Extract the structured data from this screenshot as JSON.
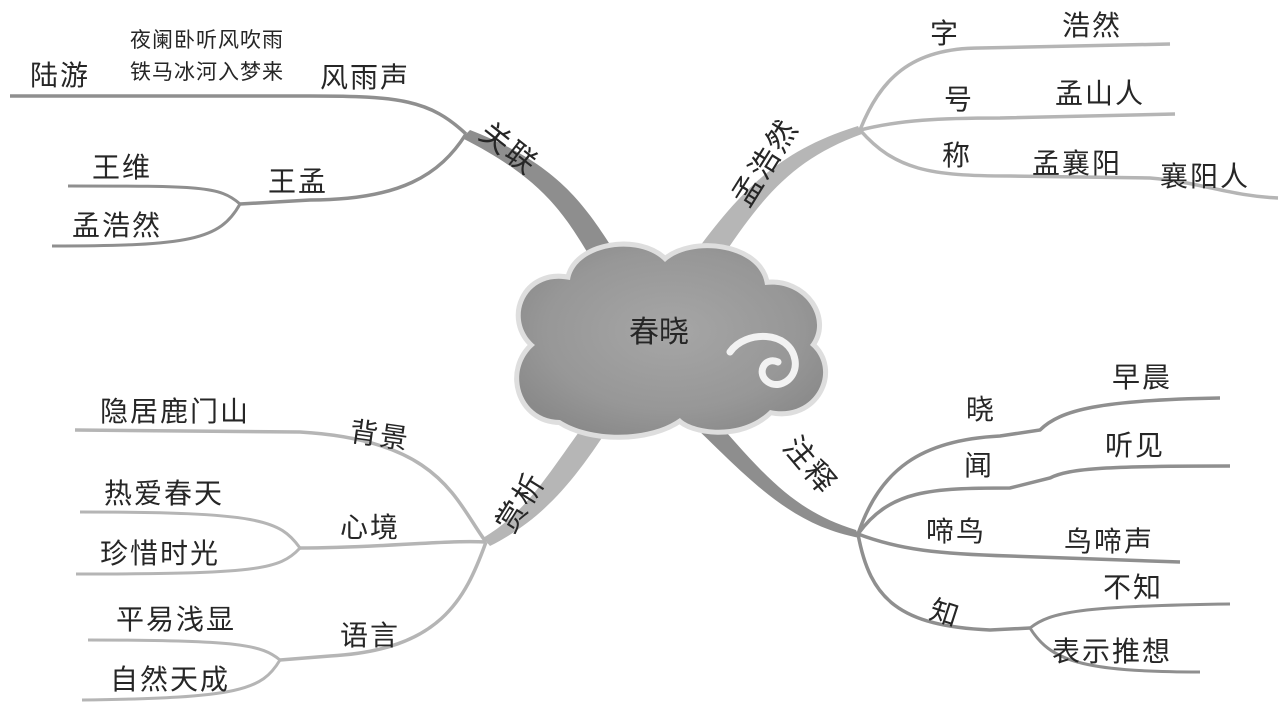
{
  "center": {
    "title": "春晓"
  },
  "branches": {
    "guanlian": {
      "label": "关联",
      "luyou": "陆游",
      "fengyusheng": "风雨声",
      "poem_line1": "夜阑卧听风吹雨",
      "poem_line2": "铁马冰河入梦来",
      "wangmeng": "王孟",
      "wangwei": "王维",
      "menghaoran": "孟浩然"
    },
    "menghaoran": {
      "label": "孟浩然",
      "zi": "字",
      "zi_value": "浩然",
      "hao": "号",
      "hao_value": "孟山人",
      "cheng": "称",
      "cheng_value1": "孟襄阳",
      "cheng_value2": "襄阳人"
    },
    "shangxi": {
      "label": "赏析",
      "beijing": "背景",
      "beijing_value": "隐居鹿门山",
      "xinjing": "心境",
      "xinjing_value1": "热爱春天",
      "xinjing_value2": "珍惜时光",
      "yuyan": "语言",
      "yuyan_value1": "平易浅显",
      "yuyan_value2": "自然天成"
    },
    "zhushi": {
      "label": "注释",
      "xiao": "晓",
      "xiao_value": "早晨",
      "wen": "闻",
      "wen_value": "听见",
      "tiniao": "啼鸟",
      "tiniao_value": "鸟啼声",
      "zhi": "知",
      "zhi_value1": "不知",
      "zhi_value2": "表示推想"
    }
  },
  "colors": {
    "branch_dark": "#8a8a8a",
    "branch_light": "#b9b9b9",
    "line": "#8f8f8f",
    "cloud": "#999999",
    "cloud_halo": "#d9d9d9",
    "text": "#262626"
  }
}
